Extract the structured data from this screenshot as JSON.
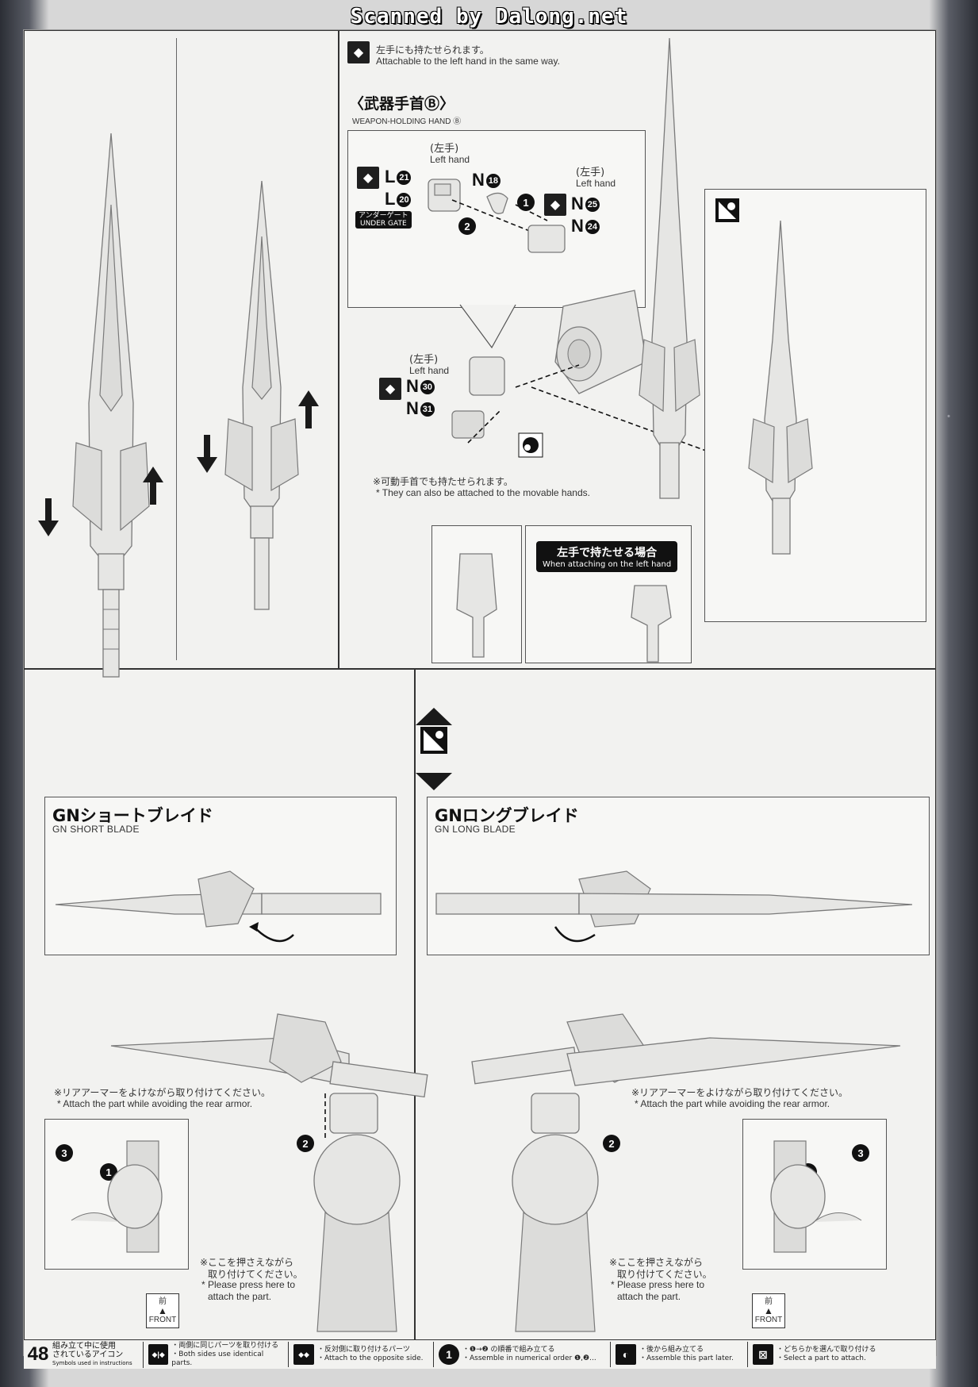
{
  "scan_banner": "Scanned by Dalong.net",
  "page_number": "48",
  "top_right": {
    "attach_note_jp": "左手にも持たせられます。",
    "attach_note_en": "Attachable to the left hand in the same way.",
    "weapon_hand_jp": "〈武器手首Ⓑ〉",
    "weapon_hand_en": "WEAPON-HOLDING HAND Ⓑ",
    "left_hand_jp": "(左手)",
    "left_hand_en": "Left hand",
    "part_l21": "L",
    "num_21": "21",
    "part_l20": "L",
    "num_20": "20",
    "under_gate_jp": "アンダーゲート",
    "under_gate_en": "UNDER GATE",
    "part_n18": "N",
    "num_18": "18",
    "part_n25": "N",
    "num_25": "25",
    "part_n24": "N",
    "num_24": "24",
    "part_n30": "N",
    "num_30": "30",
    "part_n31": "N",
    "num_31": "31",
    "step1": "1",
    "step2": "2",
    "movable_note_jp": "※可動手首でも持たせられます。",
    "movable_note_en": "* They can also be attached to the movable hands.",
    "left_attach_jp": "左手で持たせる場合",
    "left_attach_en": "When attaching on the left hand"
  },
  "bottom_left": {
    "title_jp": "GNショートブレイド",
    "title_en": "GN SHORT BLADE",
    "rear_note_jp": "※リアアーマーをよけながら取り付けてください。",
    "rear_note_en": "* Attach the part while avoiding the rear armor.",
    "press_note_jp1": "※ここを押さえながら",
    "press_note_jp2": "取り付けてください。",
    "press_note_en1": "* Please press here to",
    "press_note_en2": "attach the part.",
    "front_jp": "前",
    "front_en": "FRONT",
    "step1": "1",
    "step2": "2",
    "step3": "3"
  },
  "bottom_right": {
    "title_jp": "GNロングブレイド",
    "title_en": "GN LONG BLADE",
    "rear_note_jp": "※リアアーマーをよけながら取り付けてください。",
    "rear_note_en": "* Attach the part while avoiding the rear armor.",
    "press_note_jp1": "※ここを押さえながら",
    "press_note_jp2": "取り付けてください。",
    "press_note_en1": "* Please press here to",
    "press_note_en2": "attach the part.",
    "front_jp": "前",
    "front_en": "FRONT",
    "step1": "1",
    "step2": "2",
    "step3": "3"
  },
  "legend": {
    "title_jp1": "組み立て中に使用",
    "title_jp2": "されているアイコン",
    "title_en": "Symbols used in instructions",
    "items": [
      {
        "icon": "◆|◆",
        "jp": "・両側に同じパーツを取り付ける",
        "en": "・Both sides use identical parts."
      },
      {
        "icon": "◆◆",
        "jp": "・反対側に取り付けるパーツ",
        "en": "・Attach to the opposite side."
      },
      {
        "icon": "1",
        "jp": "・❶→❷ の順番で組み立てる",
        "en": "・Assemble in numerical order ❶,❷..."
      },
      {
        "icon": "◐",
        "jp": "・後から組み立てる",
        "en": "・Assemble this part later."
      },
      {
        "icon": "⊠",
        "jp": "・どちらかを選んで取り付ける",
        "en": "・Select a part to attach."
      }
    ]
  },
  "colors": {
    "ink": "#111111",
    "paper": "#f2f2f0",
    "part": "#e6e6e4"
  }
}
